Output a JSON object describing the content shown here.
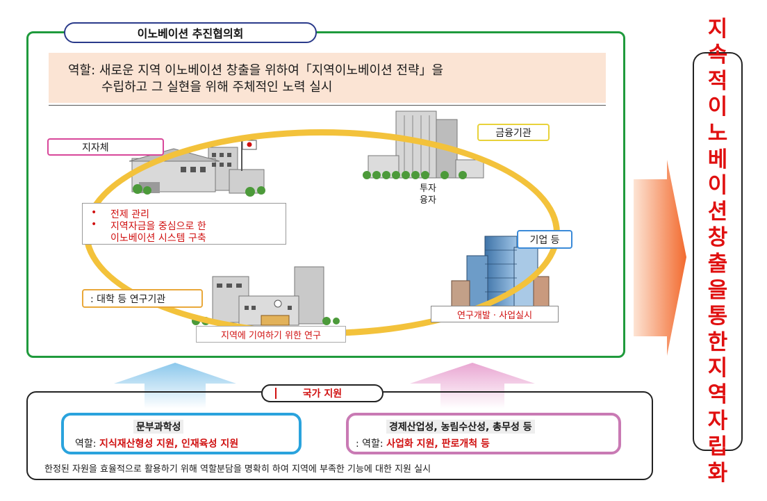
{
  "council": {
    "title": "이노베이션 추진협의회",
    "role_line1": "역할: 새로운 지역 이노베이션 창출을 위하여「지역이노베이션 전략」을",
    "role_line2": "수립하고 그 실현을 위해 주체적인 노력 실시"
  },
  "actors": {
    "local_government": "지자체",
    "finance": "금융기관",
    "company": "기업 등",
    "university": ": 대학 등 연구기관"
  },
  "local_government_roles": {
    "bullet1": "전제 관리",
    "bullet2": "지역자금을 중심으로 한",
    "bullet3": "이노베이션 시스템 구축"
  },
  "finance_role": {
    "line1": "투자",
    "line2": "융자"
  },
  "university_role": "지역에 기여하기 위한 연구",
  "company_role": "연구개발 · 사업실시",
  "outcome": "지속적이노베이션창출을통한지역자립화",
  "national_support": {
    "title": "국가 지원",
    "mext": {
      "name": "문부과학성",
      "role_prefix": "역할: ",
      "role": "지식재산형성 지원, 인재육성 지원"
    },
    "meti": {
      "name": "경제산업성, 농림수산성, 총무성 등",
      "role_prefix": ": 역할: ",
      "role": "사업화 지원, 판로개척 등"
    },
    "note": "한정된 자원을 효율적으로 활용하기 위해 역할분담을 명확히 하여 지역에 부족한 기능에 대한 지원 실시"
  },
  "colors": {
    "frame_green": "#1f9a3c",
    "ring_yellow": "#f3c23b",
    "accent_red": "#d01010",
    "mext_blue": "#2aa3dd",
    "meti_pink": "#c97ab4",
    "role_box_bg": "#fbe4d4",
    "arrow_orange": "#f26a2e"
  }
}
